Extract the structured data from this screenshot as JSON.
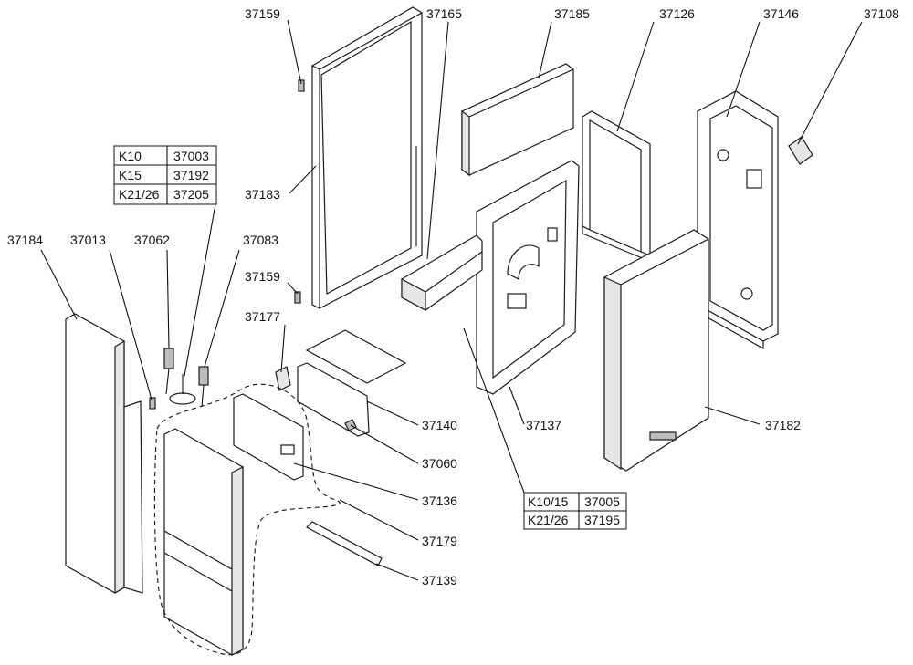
{
  "part_labels": {
    "p37159a": "37159",
    "p37165": "37165",
    "p37185": "37185",
    "p37126": "37126",
    "p37146": "37146",
    "p37108": "37108",
    "p37183": "37183",
    "p37184": "37184",
    "p37013": "37013",
    "p37062": "37062",
    "p37083": "37083",
    "p37159b": "37159",
    "p37177": "37177",
    "p37140": "37140",
    "p37137": "37137",
    "p37182": "37182",
    "p37060": "37060",
    "p37136": "37136",
    "p37179": "37179",
    "p37139": "37139"
  },
  "table_burner": {
    "rows": [
      {
        "model": "K10",
        "part": "37003"
      },
      {
        "model": "K15",
        "part": "37192"
      },
      {
        "model": "K21/26",
        "part": "37205"
      }
    ]
  },
  "table_panel": {
    "rows": [
      {
        "model": "K10/15",
        "part": "37005"
      },
      {
        "model": "K21/26",
        "part": "37195"
      }
    ]
  }
}
